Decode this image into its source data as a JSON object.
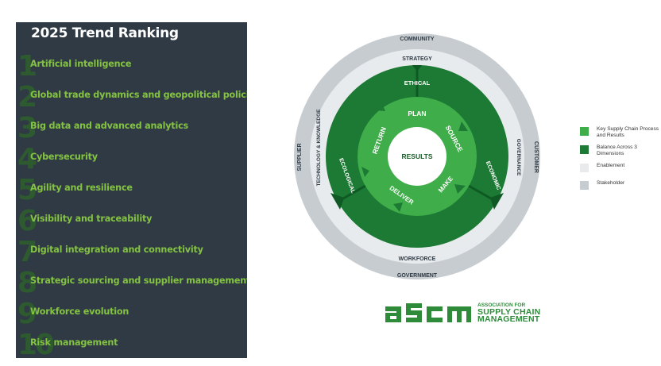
{
  "ranking": {
    "title": "2025 Trend Ranking",
    "items": [
      {
        "num": "1",
        "label": "Artificial intelligence"
      },
      {
        "num": "2",
        "label": "Global trade dynamics and geopolitical policies"
      },
      {
        "num": "3",
        "label": "Big data and advanced analytics"
      },
      {
        "num": "4",
        "label": "Cybersecurity"
      },
      {
        "num": "5",
        "label": "Agility and resilience"
      },
      {
        "num": "6",
        "label": "Visibility and traceability"
      },
      {
        "num": "7",
        "label": "Digital integration and connectivity"
      },
      {
        "num": "8",
        "label": "Strategic sourcing and supplier management"
      },
      {
        "num": "9",
        "label": "Workforce evolution"
      },
      {
        "num": "10",
        "label": "Risk management"
      }
    ]
  },
  "wheel": {
    "center": "RESULTS",
    "process": [
      "PLAN",
      "SOURCE",
      "MAKE",
      "DELIVER",
      "RETURN"
    ],
    "dimensions": [
      "ETHICAL",
      "ECONOMIC",
      "ECOLOGICAL"
    ],
    "enablement": [
      "STRATEGY",
      "GOVERNANCE",
      "WORKFORCE",
      "TECHNOLOGY & KNOWLEDGE"
    ],
    "stakeholders": [
      "COMMUNITY",
      "CUSTOMER",
      "GOVERNMENT",
      "SUPPLIER"
    ]
  },
  "legend": [
    {
      "text": "Key Supply Chain Process and Results",
      "color": "#3fae4a"
    },
    {
      "text": "Balance Across 3 Dimensions",
      "color": "#1c7a34"
    },
    {
      "text": "Enablement",
      "color": "#e8ebed"
    },
    {
      "text": "Stakeholder",
      "color": "#c7ccd0"
    }
  ],
  "logo": {
    "mark": "ascm",
    "line1": "ASSOCIATION FOR",
    "line2": "SUPPLY CHAIN",
    "line3": "MANAGEMENT"
  },
  "colors": {
    "panel_bg": "#2f3a44",
    "trend_text": "#84c341",
    "trend_number": "#2d5a2f",
    "process_green": "#3fae4a",
    "dimension_green": "#1c7a34",
    "enablement_gray": "#e8ebed",
    "stakeholder_gray": "#c7ccd0",
    "brand_green": "#2e8b3a"
  }
}
